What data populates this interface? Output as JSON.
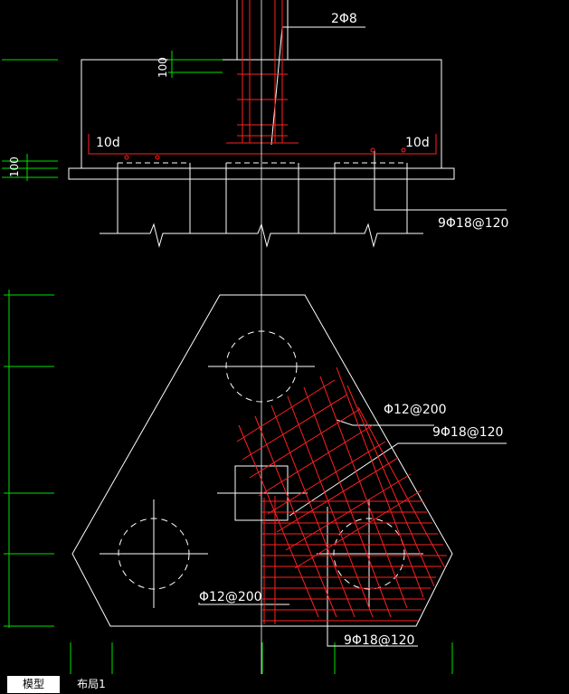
{
  "drawing": {
    "labels": {
      "top_bar": "2Φ8",
      "dim_100_upper": "100",
      "dim_100_left": "100",
      "hook_left": "10d",
      "hook_right": "10d",
      "section_rebar": "9Φ18@120",
      "plan_mesh_top": "Φ12@200",
      "plan_rebar_top": "9Φ18@120",
      "plan_mesh_bottom": "Φ12@200",
      "plan_rebar_bottom": "9Φ18@120"
    },
    "colors": {
      "line": "#ffffff",
      "rebar": "#ff2020",
      "dimension": "#00e000",
      "background": "#000000"
    }
  },
  "tabs": [
    {
      "label": "模型",
      "active": true
    },
    {
      "label": "布局1",
      "active": false
    }
  ]
}
